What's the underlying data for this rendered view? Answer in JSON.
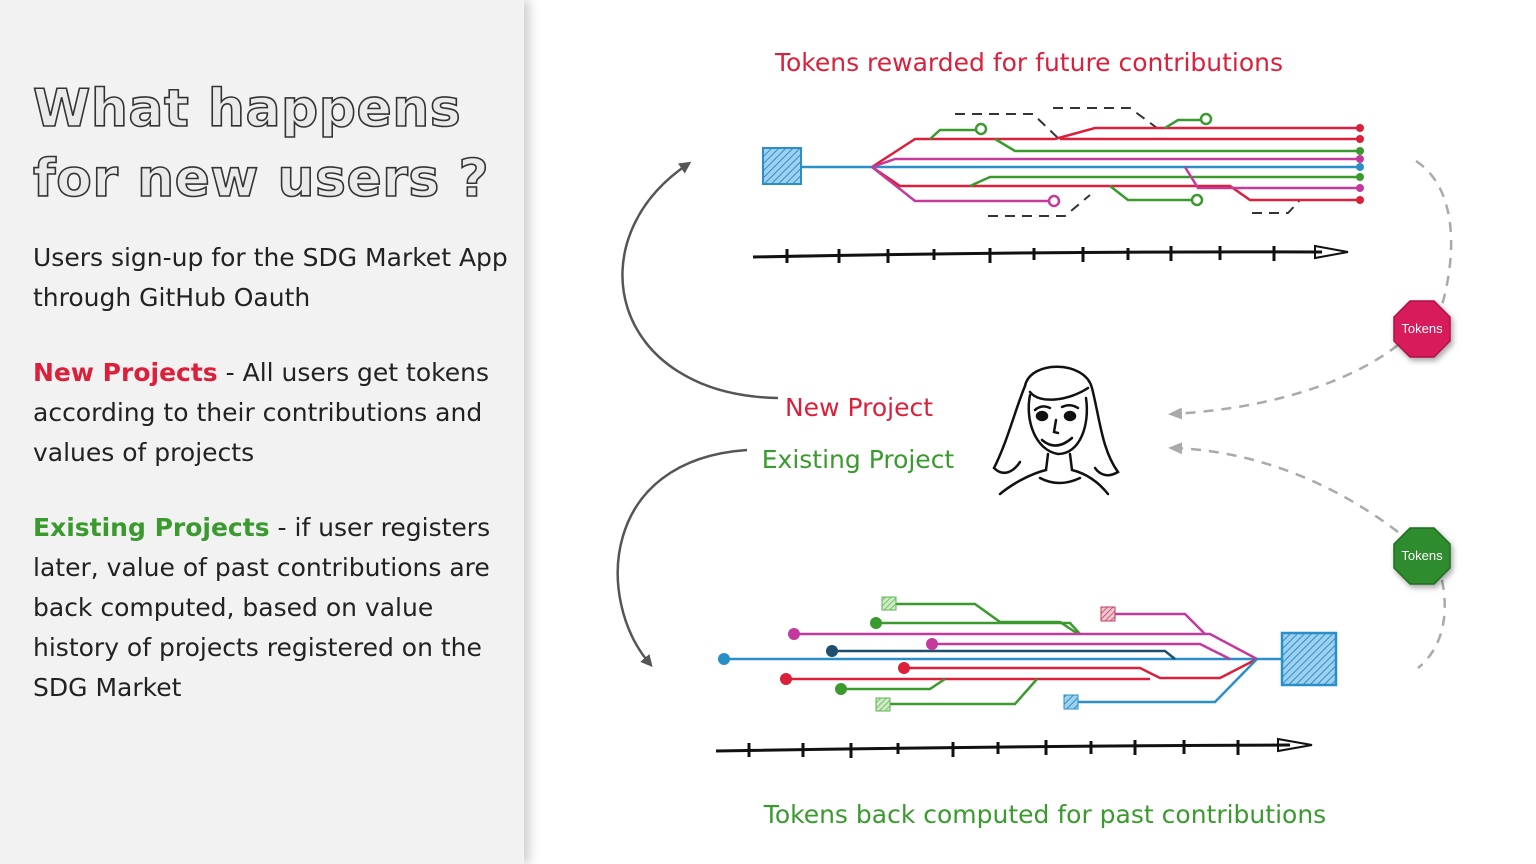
{
  "slide": {
    "title": "What happens for new users ?",
    "intro": "Users sign-up for the SDG Market App through GitHub Oauth",
    "new_projects": {
      "label": "New Projects",
      "text": " - All users get tokens according to their contributions and values of projects"
    },
    "existing_projects": {
      "label": "Existing Projects",
      "text": " - if user registers later, value of past contributions are back computed, based on value history of projects registered on the SDG Market"
    }
  },
  "diagram": {
    "top_caption": "Tokens rewarded for future contributions",
    "bottom_caption": "Tokens back computed for past contributions",
    "new_project_label": "New Project",
    "existing_project_label": "Existing Project",
    "token_badge_top": "Tokens",
    "token_badge_bottom": "Tokens",
    "colors": {
      "red": "#dc1f3a",
      "green": "#3a9a2e",
      "magenta": "#c43a9c",
      "blue": "#2a8fc9",
      "navy": "#1f4e6e",
      "badge_red": "#d81b5a",
      "badge_green": "#2e8b2e"
    },
    "icons": [
      "woman-avatar-icon",
      "repo-square-icon",
      "timeline-arrow-icon",
      "curved-arrow-icon"
    ]
  }
}
